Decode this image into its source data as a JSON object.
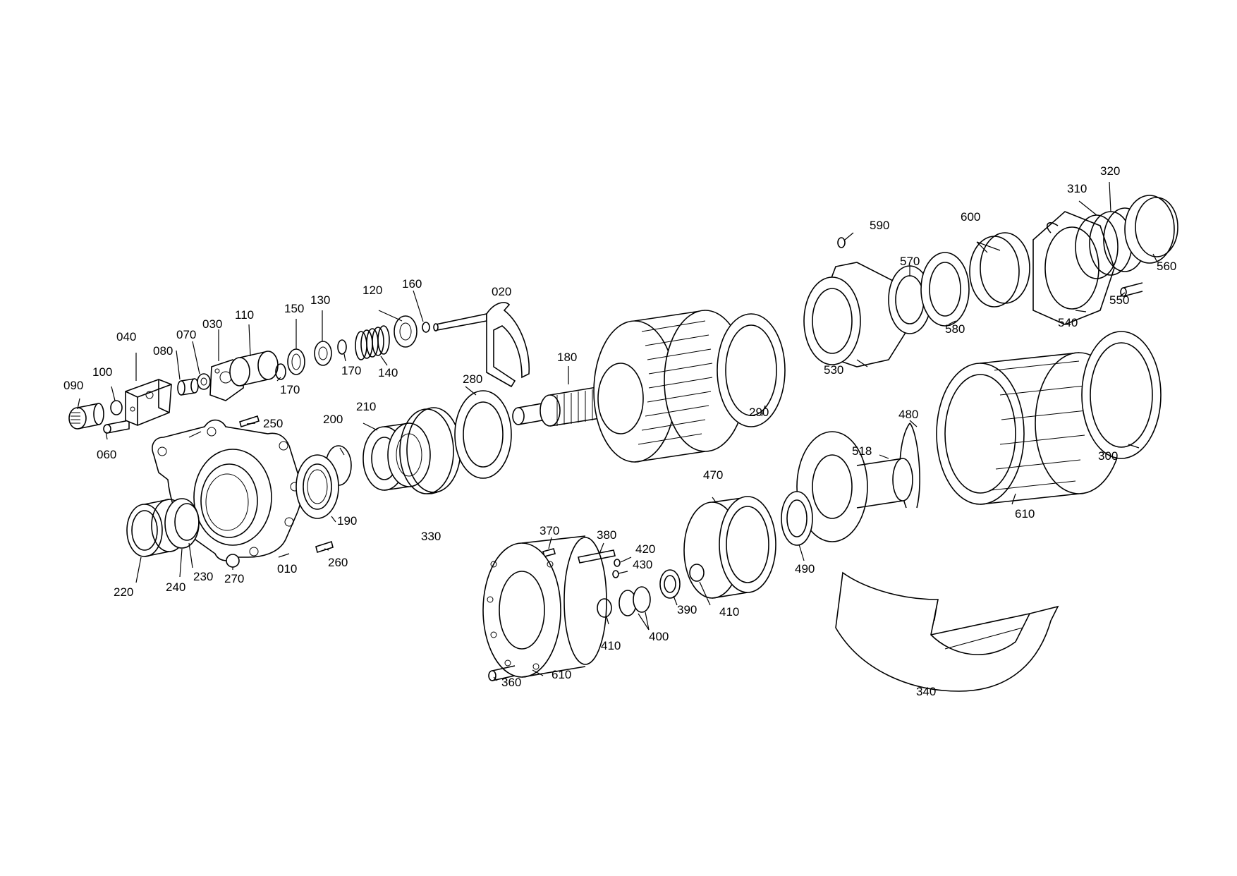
{
  "callouts": [
    {
      "id": "label-010",
      "text": "010"
    },
    {
      "id": "label-020",
      "text": "020"
    },
    {
      "id": "label-030",
      "text": "030"
    },
    {
      "id": "label-040",
      "text": "040"
    },
    {
      "id": "label-060",
      "text": "060"
    },
    {
      "id": "label-070",
      "text": "070"
    },
    {
      "id": "label-080",
      "text": "080"
    },
    {
      "id": "label-090",
      "text": "090"
    },
    {
      "id": "label-100",
      "text": "100"
    },
    {
      "id": "label-110",
      "text": "110"
    },
    {
      "id": "label-120",
      "text": "120"
    },
    {
      "id": "label-130",
      "text": "130"
    },
    {
      "id": "label-140",
      "text": "140"
    },
    {
      "id": "label-150",
      "text": "150"
    },
    {
      "id": "label-160",
      "text": "160"
    },
    {
      "id": "label-170a",
      "text": "170"
    },
    {
      "id": "label-170b",
      "text": "170"
    },
    {
      "id": "label-180",
      "text": "180"
    },
    {
      "id": "label-190",
      "text": "190"
    },
    {
      "id": "label-200",
      "text": "200"
    },
    {
      "id": "label-210",
      "text": "210"
    },
    {
      "id": "label-220",
      "text": "220"
    },
    {
      "id": "label-230",
      "text": "230"
    },
    {
      "id": "label-240",
      "text": "240"
    },
    {
      "id": "label-250",
      "text": "250"
    },
    {
      "id": "label-260",
      "text": "260"
    },
    {
      "id": "label-270",
      "text": "270"
    },
    {
      "id": "label-280",
      "text": "280"
    },
    {
      "id": "label-290",
      "text": "290"
    },
    {
      "id": "label-300",
      "text": "300"
    },
    {
      "id": "label-310",
      "text": "310"
    },
    {
      "id": "label-320",
      "text": "320"
    },
    {
      "id": "label-330",
      "text": "330"
    },
    {
      "id": "label-340",
      "text": "340"
    },
    {
      "id": "label-360",
      "text": "360"
    },
    {
      "id": "label-370",
      "text": "370"
    },
    {
      "id": "label-380",
      "text": "380"
    },
    {
      "id": "label-390",
      "text": "390"
    },
    {
      "id": "label-400",
      "text": "400"
    },
    {
      "id": "label-410a",
      "text": "410"
    },
    {
      "id": "label-410b",
      "text": "410"
    },
    {
      "id": "label-420",
      "text": "420"
    },
    {
      "id": "label-430",
      "text": "430"
    },
    {
      "id": "label-470",
      "text": "470"
    },
    {
      "id": "label-480",
      "text": "480"
    },
    {
      "id": "label-490",
      "text": "490"
    },
    {
      "id": "label-518",
      "text": "518"
    },
    {
      "id": "label-530",
      "text": "530"
    },
    {
      "id": "label-540",
      "text": "540"
    },
    {
      "id": "label-550",
      "text": "550"
    },
    {
      "id": "label-560",
      "text": "560"
    },
    {
      "id": "label-570",
      "text": "570"
    },
    {
      "id": "label-580",
      "text": "580"
    },
    {
      "id": "label-590",
      "text": "590"
    },
    {
      "id": "label-600",
      "text": "600"
    },
    {
      "id": "label-610a",
      "text": "610"
    },
    {
      "id": "label-610b",
      "text": "610"
    }
  ]
}
